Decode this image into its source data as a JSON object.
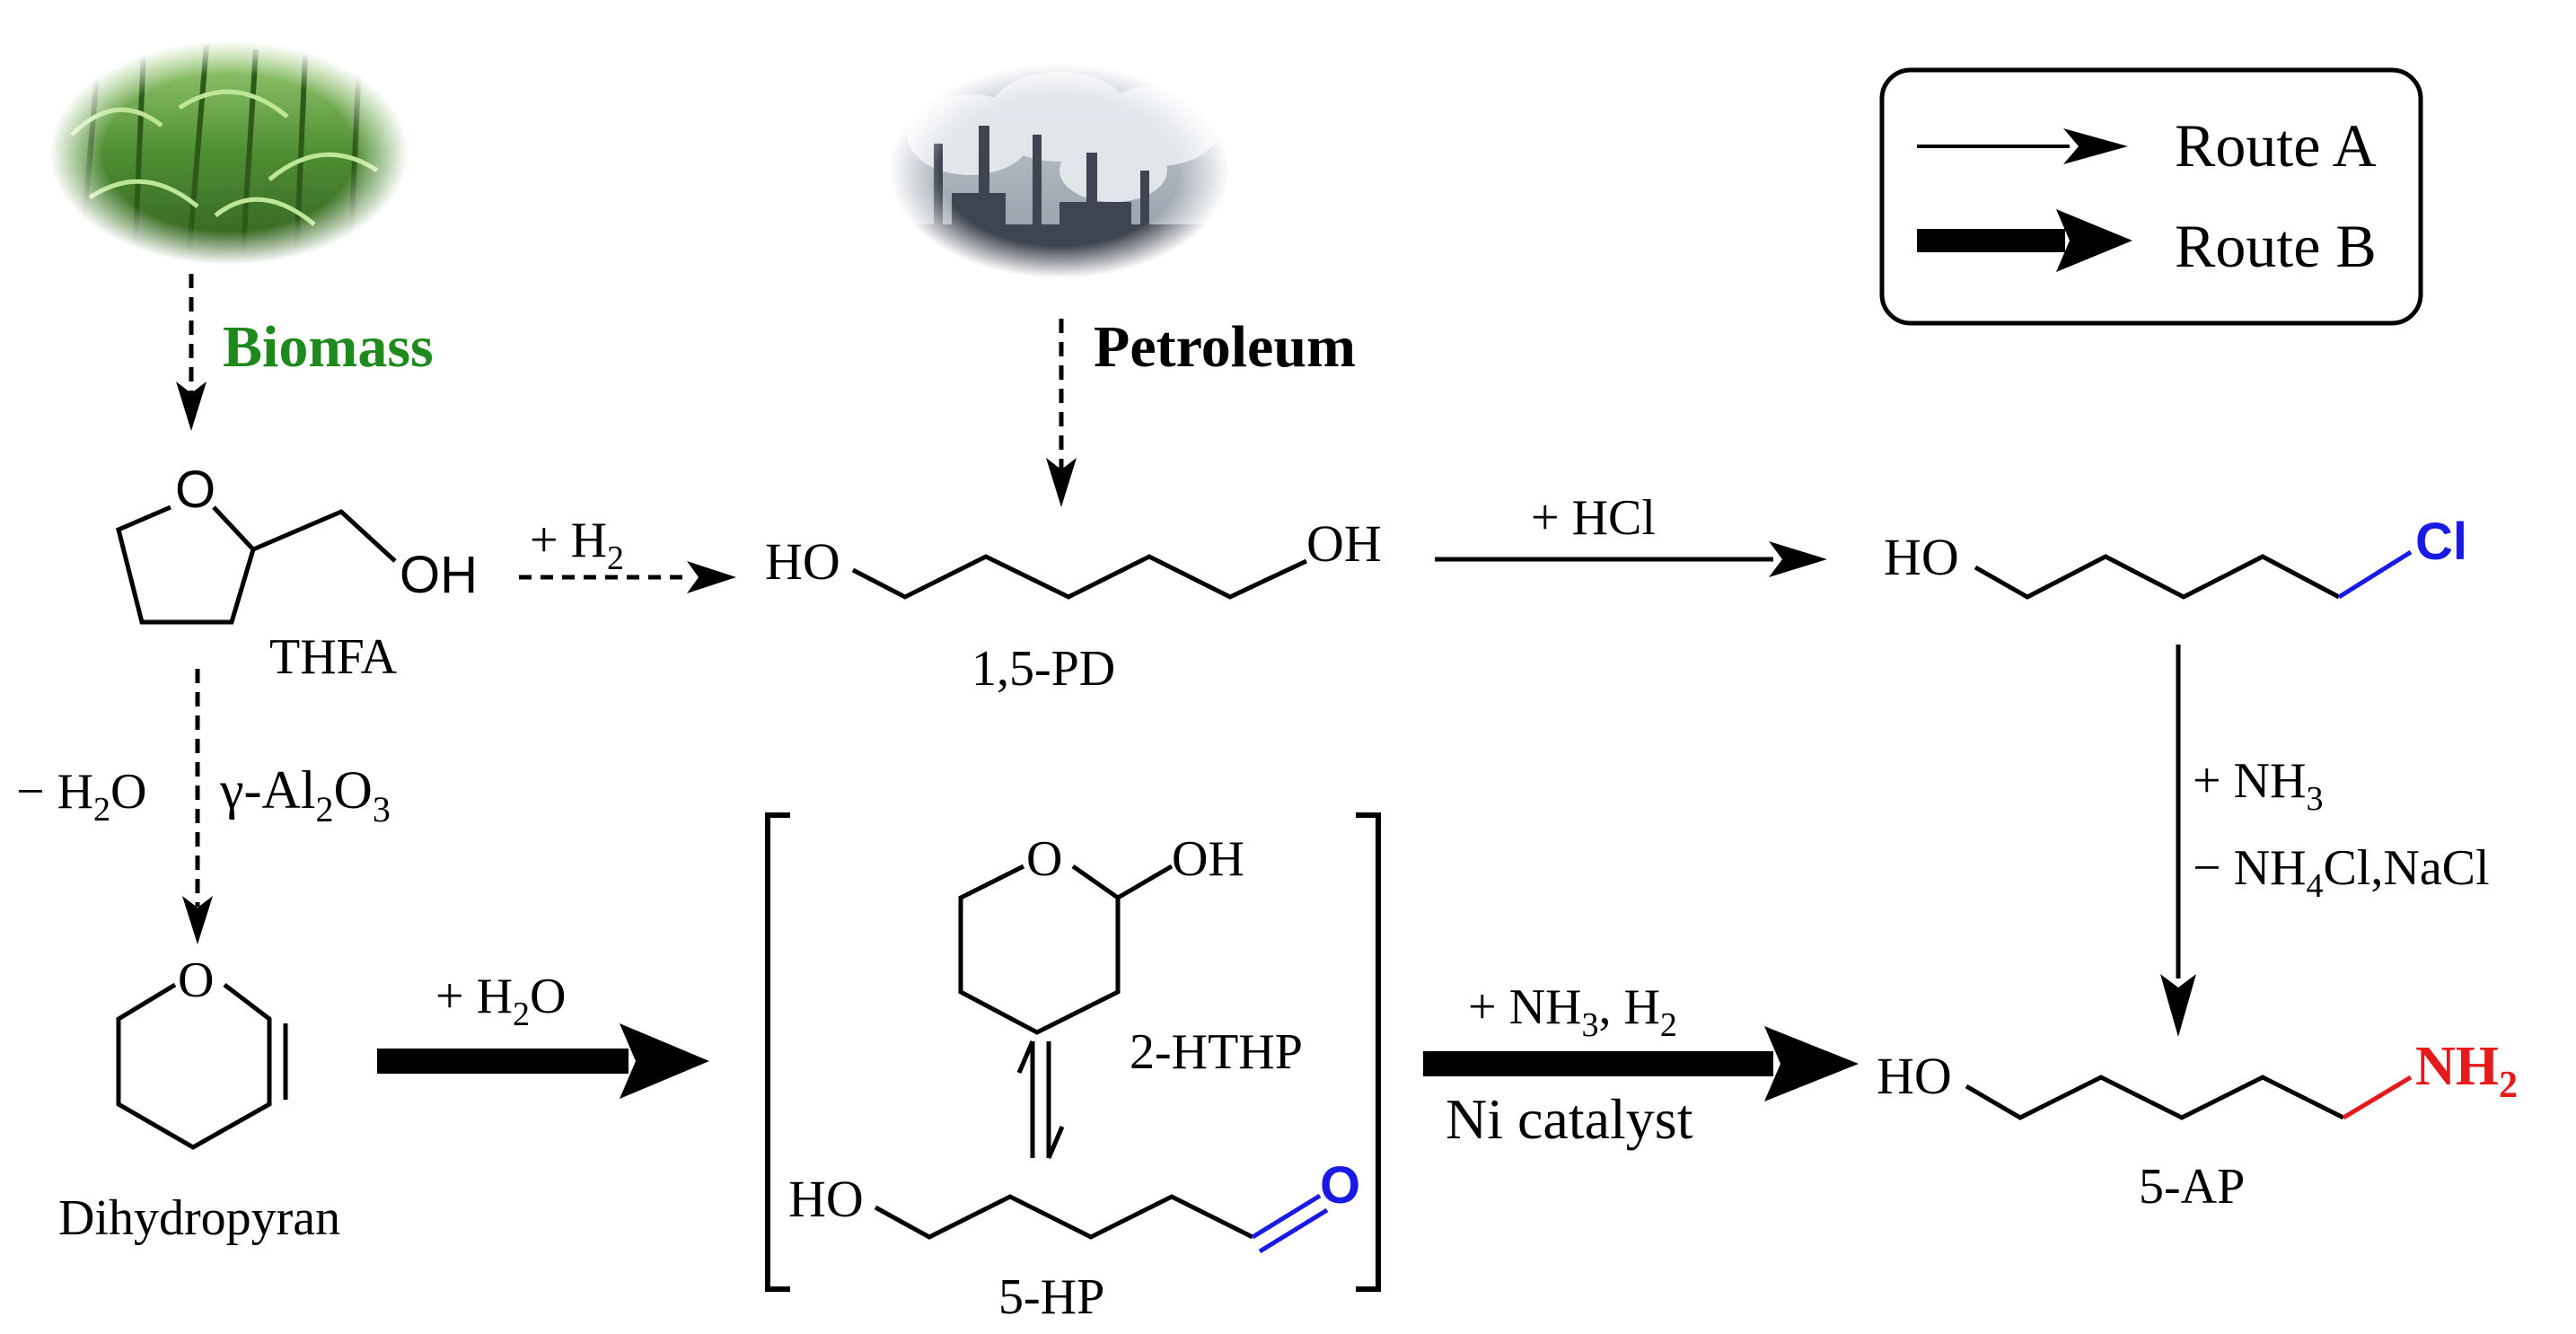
{
  "sources": {
    "biomass": "Biomass",
    "petroleum": "Petroleum"
  },
  "legend": {
    "route_a": "Route A",
    "route_b": "Route B"
  },
  "compounds": {
    "thfa": {
      "name": "THFA",
      "o": "O",
      "oh": "OH"
    },
    "pd": {
      "name": "1,5-PD",
      "ho": "HO",
      "oh": "OH"
    },
    "chloropentanol": {
      "ho": "HO",
      "cl": "Cl"
    },
    "dihydropyran": {
      "name": "Dihydropyran",
      "o": "O"
    },
    "hthp": {
      "name": "2-HTHP",
      "o": "O",
      "oh": "OH"
    },
    "hp": {
      "name": "5-HP",
      "ho": "HO",
      "o": "O"
    },
    "ap": {
      "name": "5-AP",
      "ho": "HO",
      "nh": "NH",
      "sub": "2"
    }
  },
  "reagents": {
    "h2": {
      "pre": "+ H",
      "sub": "2"
    },
    "hcl": "+ HCl",
    "nh3": {
      "pre": "+ NH",
      "sub": "3"
    },
    "salt": {
      "pre": "− NH",
      "sub": "4",
      "post": "Cl,NaCl"
    },
    "dehydration": {
      "pre": "− H",
      "sub": "2",
      "post": "O"
    },
    "catalyst_al2o3": {
      "pre": "γ-Al",
      "sub1": "2",
      "mid": "O",
      "sub2": "3"
    },
    "hydration": {
      "pre": "+ H",
      "sub": "2",
      "post": "O"
    },
    "amination": {
      "pre": "+ NH",
      "sub1": "3",
      "mid": ", H",
      "sub2": "2"
    },
    "ni_catalyst": "Ni catalyst"
  },
  "colors": {
    "biomass_label": "#1e8a1e",
    "chlorine": "#1a1ae6",
    "aldehyde": "#1a1ae6",
    "amine": "#e61a1a",
    "ink": "#000000"
  }
}
